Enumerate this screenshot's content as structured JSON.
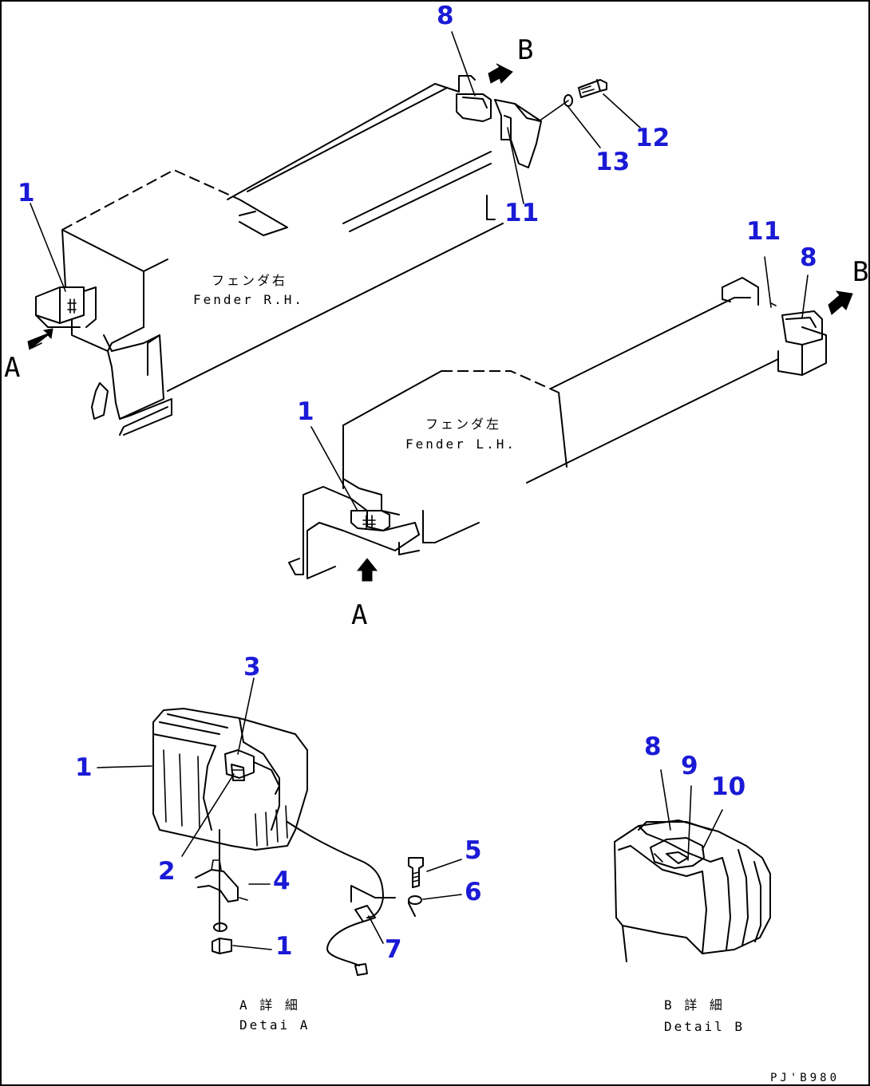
{
  "callouts": {
    "r_1": "1",
    "r_8": "8",
    "r_11": "11",
    "r_12": "12",
    "r_13": "13",
    "l_1": "1",
    "l_11": "11",
    "l_8": "8",
    "a_1": "1",
    "a_2": "2",
    "a_3": "3",
    "a_4": "4",
    "a_5": "5",
    "a_6": "6",
    "a_7": "7",
    "a_1b": "1",
    "b_8": "8",
    "b_9": "9",
    "b_10": "10"
  },
  "view_letters": {
    "b_top_right": "B",
    "a_left": "A",
    "b_right": "B",
    "a_bottom": "A"
  },
  "labels": {
    "fender_rh_jp": "フェンダ右",
    "fender_rh_en": "Fender R.H.",
    "fender_lh_jp": "フェンダ左",
    "fender_lh_en": "Fender L.H.",
    "detail_a_jp": "A 詳 細",
    "detail_a_en": "Detai A",
    "detail_b_jp": "B 詳 細",
    "detail_b_en": "Detail B"
  },
  "drawing_number": "PJ'B980"
}
